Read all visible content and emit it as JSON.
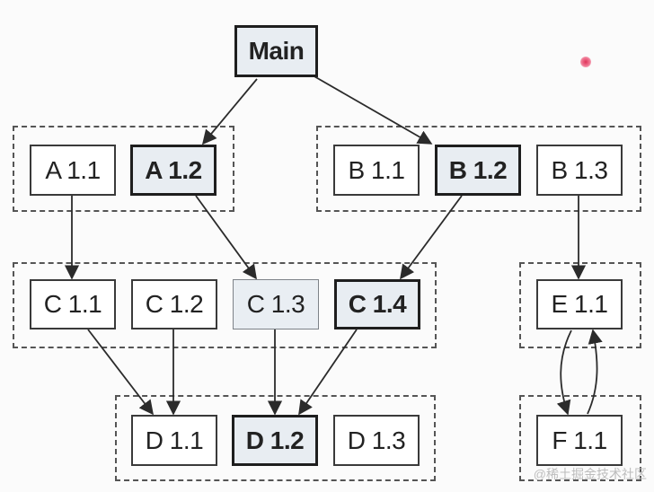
{
  "nodes": {
    "main": "Main",
    "a11": "A 1.1",
    "a12": "A 1.2",
    "b11": "B 1.1",
    "b12": "B 1.2",
    "b13": "B 1.3",
    "c11": "C 1.1",
    "c12": "C 1.2",
    "c13": "C 1.3",
    "c14": "C 1.4",
    "e11": "E 1.1",
    "d11": "D 1.1",
    "d12": "D 1.2",
    "d13": "D 1.3",
    "f11": "F 1.1"
  },
  "edges": [
    {
      "from": "Main",
      "to": "A 1.2"
    },
    {
      "from": "Main",
      "to": "B 1.2"
    },
    {
      "from": "A 1.1",
      "to": "C 1.1"
    },
    {
      "from": "A 1.2",
      "to": "C 1.3"
    },
    {
      "from": "B 1.2",
      "to": "C 1.4"
    },
    {
      "from": "B 1.3",
      "to": "E 1.1"
    },
    {
      "from": "C 1.1",
      "to": "D 1.1"
    },
    {
      "from": "C 1.2",
      "to": "D 1.1"
    },
    {
      "from": "C 1.3",
      "to": "D 1.2"
    },
    {
      "from": "C 1.4",
      "to": "D 1.2"
    },
    {
      "from": "E 1.1",
      "to": "F 1.1"
    },
    {
      "from": "F 1.1",
      "to": "E 1.1"
    }
  ],
  "watermark": "@稀土掘金技术社区",
  "colors": {
    "highlight_fill": "#e8edf2",
    "node_border": "#3a3a3a",
    "accent_dot": "#e0335a"
  }
}
